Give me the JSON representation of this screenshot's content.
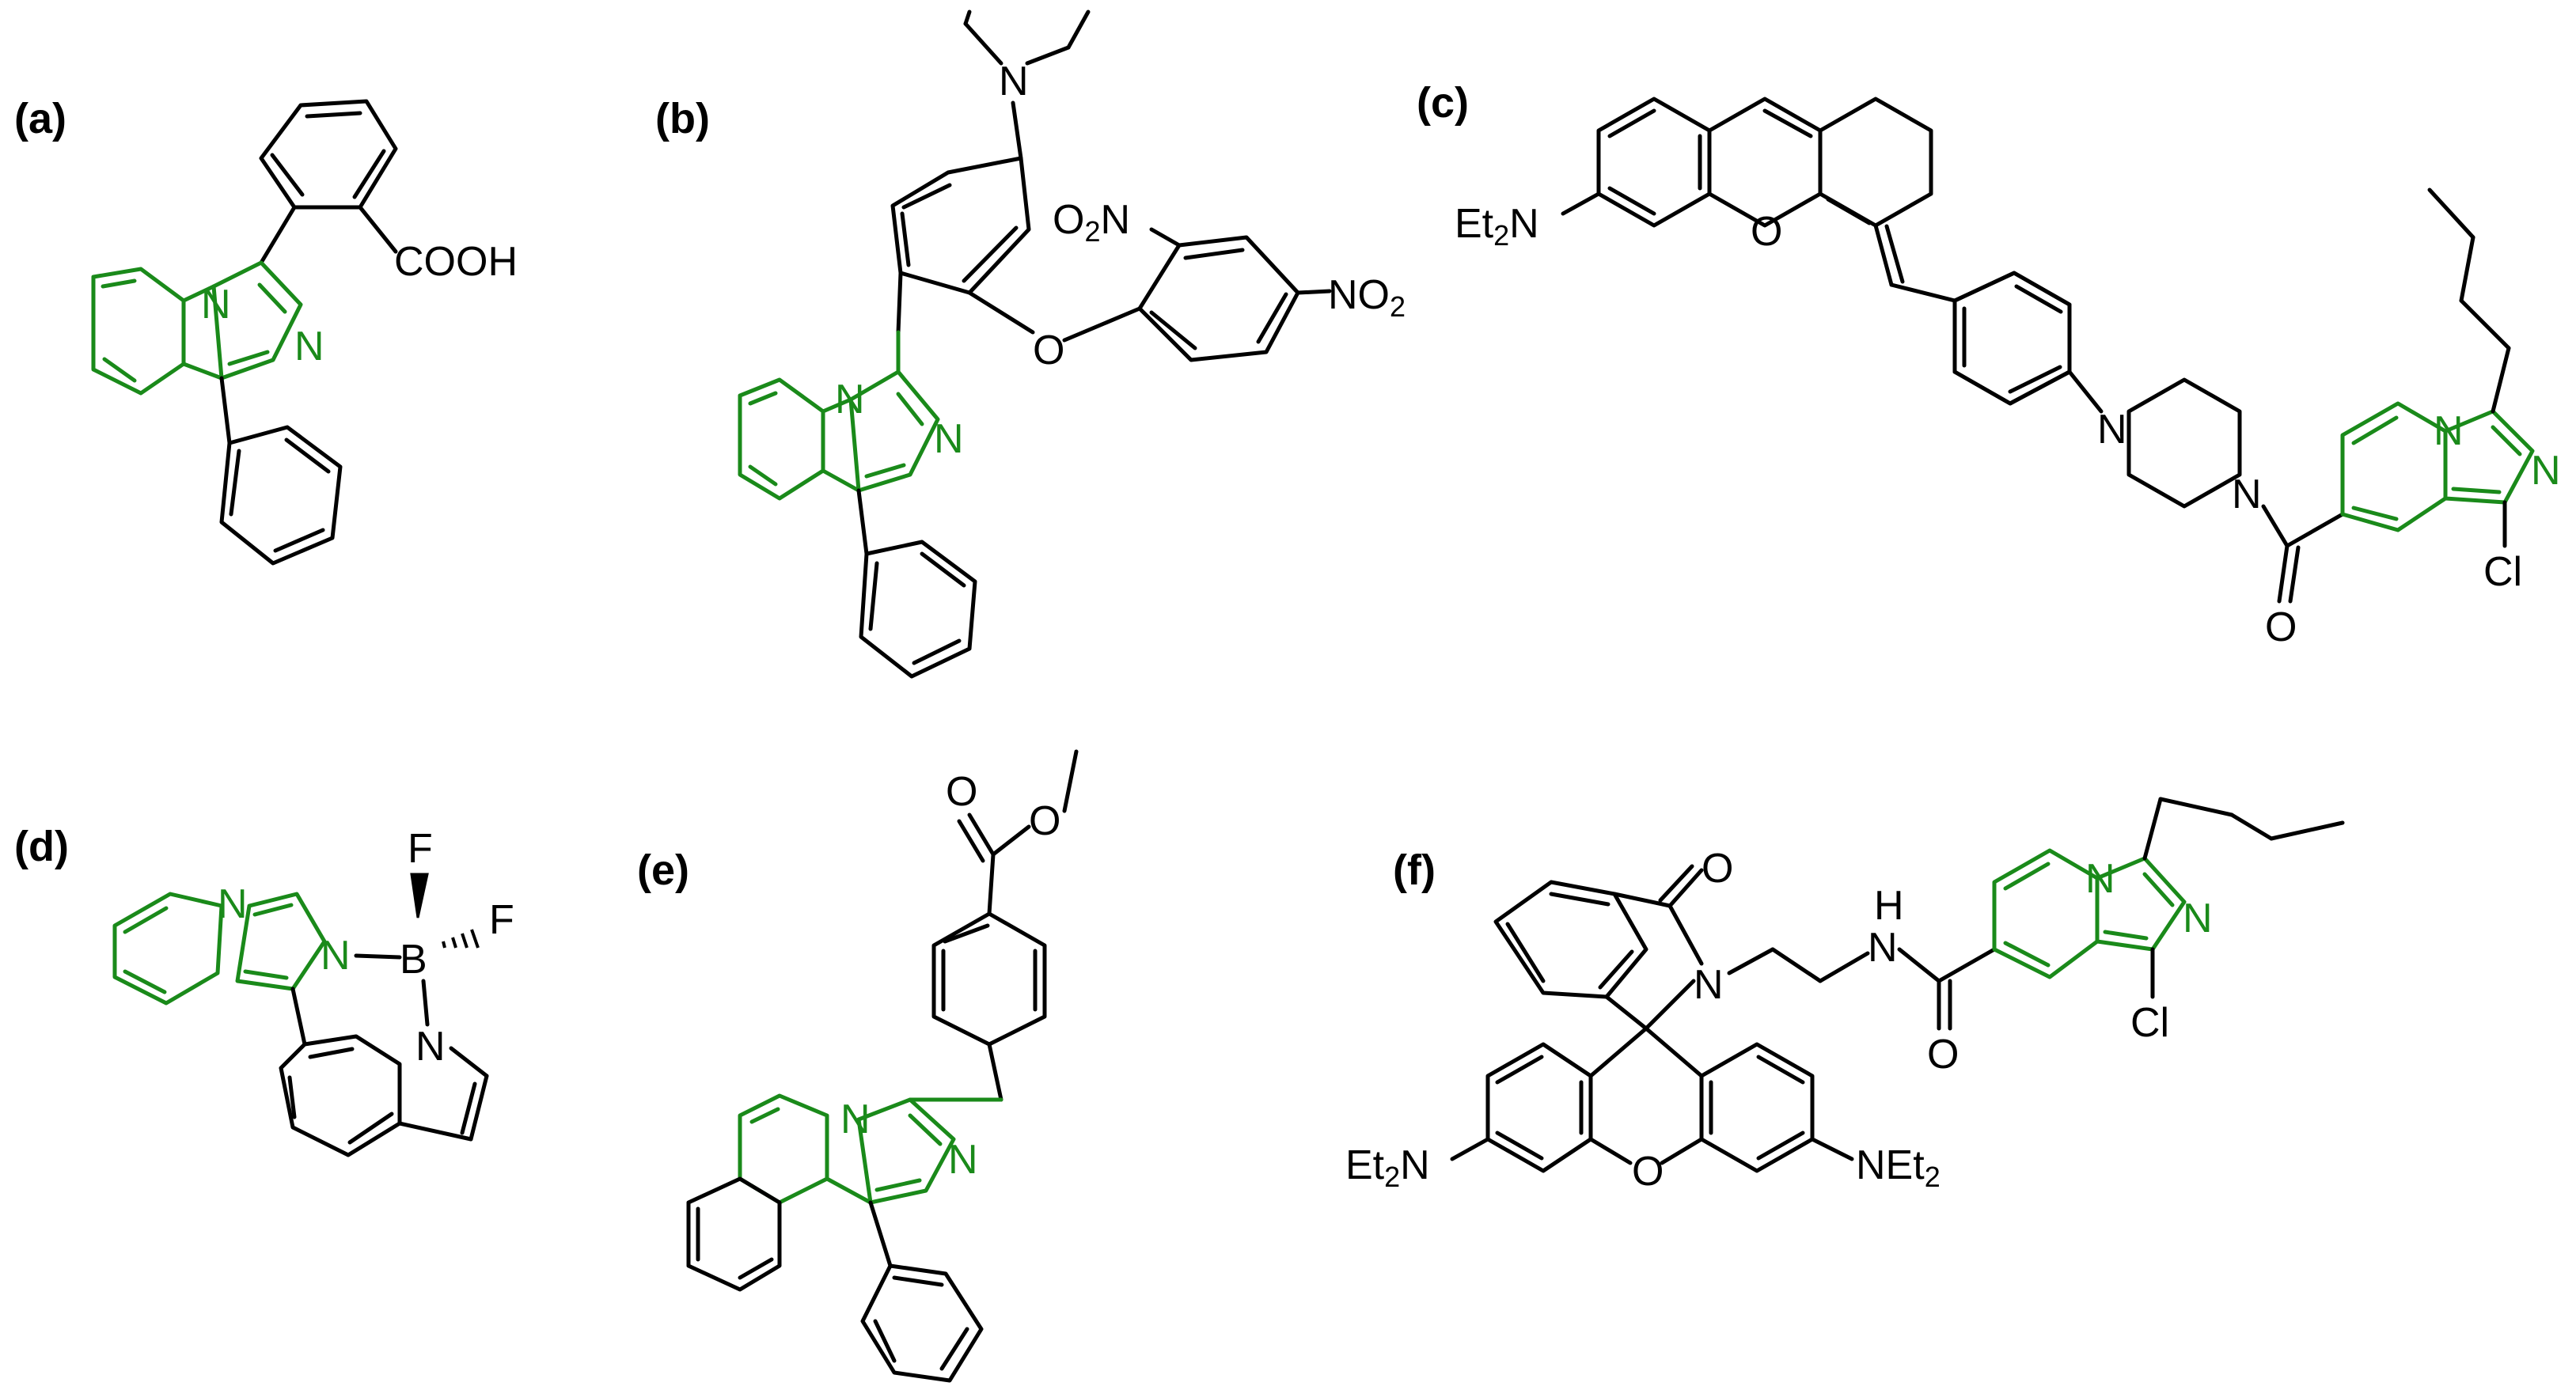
{
  "colors": {
    "bond": "#000000",
    "highlight": "#1a8a1a",
    "background": "#ffffff"
  },
  "panels": [
    {
      "label": "(a)",
      "atoms": [
        "N",
        "N",
        "COOH"
      ]
    },
    {
      "label": "(b)",
      "atoms": [
        "N",
        "N",
        "N",
        "O",
        "O2N",
        "NO2"
      ]
    },
    {
      "label": "(c)",
      "atoms": [
        "Et2N",
        "O",
        "N",
        "N",
        "N",
        "N",
        "O",
        "Cl"
      ]
    },
    {
      "label": "(d)",
      "atoms": [
        "N",
        "N",
        "B",
        "F",
        "F",
        "N"
      ]
    },
    {
      "label": "(e)",
      "atoms": [
        "O",
        "O",
        "N",
        "N"
      ]
    },
    {
      "label": "(f)",
      "atoms": [
        "O",
        "N",
        "H",
        "N",
        "N",
        "N",
        "O",
        "Cl",
        "Et2N",
        "O",
        "NEt2"
      ]
    }
  ]
}
